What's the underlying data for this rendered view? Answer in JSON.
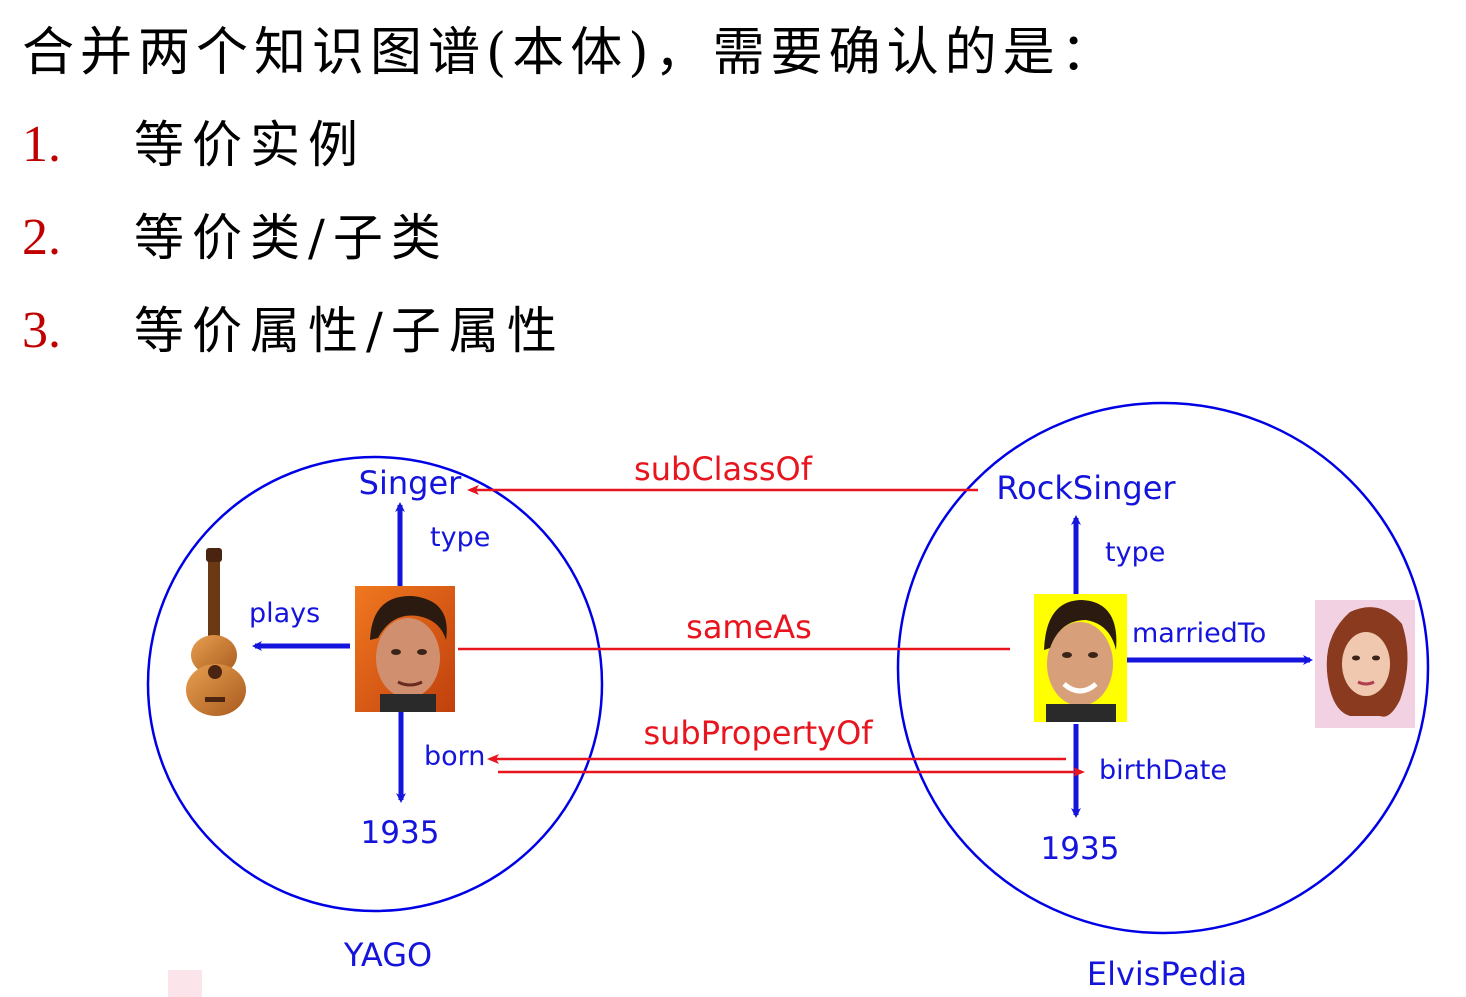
{
  "heading": "合并两个知识图谱(本体)，需要确认的是：",
  "items": [
    {
      "num": "1.",
      "text": "等价实例"
    },
    {
      "num": "2.",
      "text": "等价类/子类"
    },
    {
      "num": "3.",
      "text": "等价属性/子属性"
    }
  ],
  "diagram": {
    "yago": {
      "name": "YAGO",
      "class_label": "Singer",
      "type_label": "type",
      "plays_label": "plays",
      "born_label": "born",
      "born_value": "1935"
    },
    "elvispedia": {
      "name": "ElvisPedia",
      "class_label": "RockSinger",
      "type_label": "type",
      "married_label": "marriedTo",
      "birth_label": "birthDate",
      "birth_value": "1935"
    },
    "links": {
      "subclass": "subClassOf",
      "sameas": "sameAs",
      "subproperty": "subPropertyOf"
    }
  },
  "colors": {
    "accent_red": "#c00000",
    "link_red": "#e8141e",
    "blue": "#1414dc",
    "dark_blue": "#0000e6"
  }
}
